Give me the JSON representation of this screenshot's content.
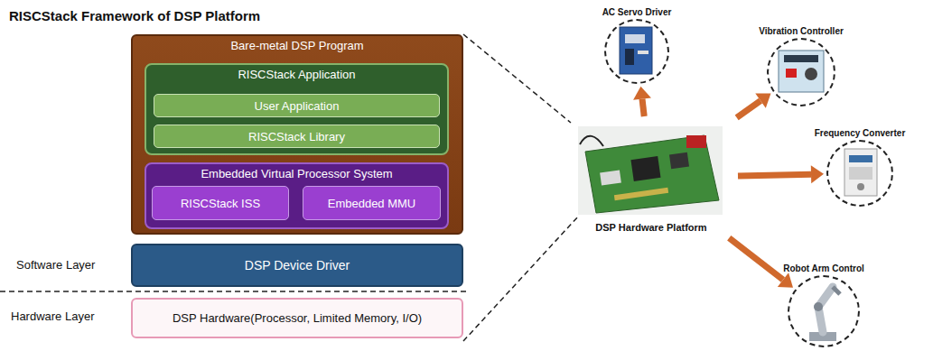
{
  "diagram": {
    "title": "RISCStack Framework of DSP Platform",
    "nodes": [
      {
        "text": [
          "Bare-metal  DSP Program"
        ]
      },
      {
        "text": [
          "RISCStack Application"
        ],
        "in": 0
      },
      {
        "text": [
          "User Application"
        ],
        "in": 1
      },
      {
        "text": [
          "RISCStack Library"
        ],
        "in": 1
      },
      {
        "text": [
          "Embedded Virtual Processor System"
        ],
        "in": 0
      },
      {
        "text": [
          "RISCStack ISS"
        ],
        "in": 4
      },
      {
        "text": [
          "Embedded MMU"
        ],
        "in": 4
      },
      {
        "text": [
          "DSP Device Driver"
        ]
      },
      {
        "text": [
          "DSP Hardware(Processor, Limited Memory, I/O)"
        ]
      },
      {
        "text": [
          "DSP Hardware Platform"
        ]
      },
      {
        "text": [
          "AC Servo Driver"
        ]
      },
      {
        "text": [
          "Vibration Controller"
        ]
      },
      {
        "text": [
          "Frequency Converter"
        ]
      },
      {
        "text": [
          "Robot Arm Control"
        ]
      }
    ],
    "edges": [
      {
        "from": 9,
        "to": 10,
        "arrow": "to"
      },
      {
        "from": 9,
        "to": 11,
        "arrow": "to"
      },
      {
        "from": 9,
        "to": 12,
        "arrow": "to"
      },
      {
        "from": 9,
        "to": 13,
        "arrow": "to"
      }
    ],
    "labels": [
      "Software Layer",
      "Hardware Layer"
    ]
  }
}
